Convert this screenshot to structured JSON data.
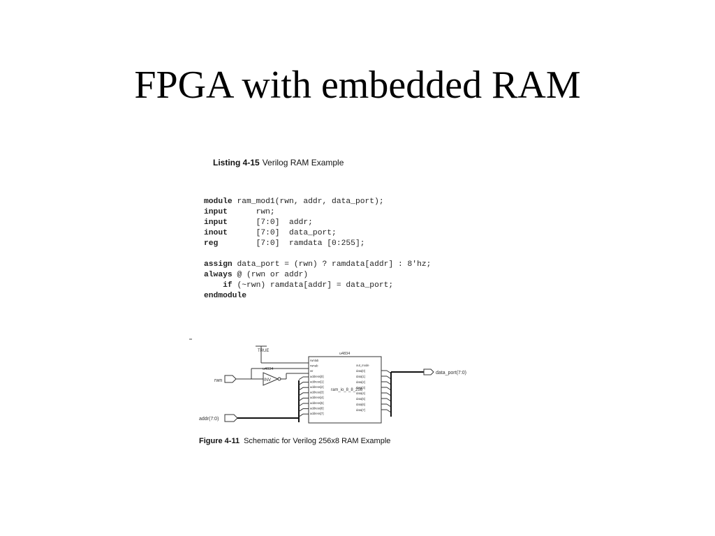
{
  "slide": {
    "title": "FPGA with embedded RAM"
  },
  "listing": {
    "label": "Listing 4-15",
    "caption": "Verilog RAM Example",
    "lines": [
      {
        "kw": "module",
        "text": " ram_mod1(rwn, addr, data_port);"
      },
      {
        "kw": "input",
        "text": "      rwn;"
      },
      {
        "kw": "input",
        "text": "      [7:0]  addr;"
      },
      {
        "kw": "inout",
        "text": "      [7:0]  data_port;"
      },
      {
        "kw": "reg",
        "text": "        [7:0]  ramdata [0:255];"
      },
      {
        "kw": "",
        "text": ""
      },
      {
        "kw": "assign",
        "text": " data_port = (rwn) ? ramdata[addr] : 8'hz;"
      },
      {
        "kw": "always",
        "text": " @ (rwn or addr)"
      },
      {
        "kw": "    if",
        "text": " (~rwn) ramdata[addr] = data_port;"
      },
      {
        "kw": "endmodule",
        "text": ""
      }
    ]
  },
  "figure": {
    "label": "Figure 4-11",
    "caption": "Schematic for Verilog 256x8 RAM Example",
    "ports": {
      "rwn": "rwn",
      "addr": "addr(7:0)",
      "data": "data_port(7:0)"
    },
    "true_label": "TRUE",
    "inv_label": "INV",
    "inv_id": "u4034",
    "ram_id": "u4834",
    "ram_name": "ram_io_8_8_256",
    "ram_left_pins": [
      "rwnlab",
      "rwnab",
      "wr",
      "address[0]",
      "address[1]",
      "address[2]",
      "address[3]",
      "address[4]",
      "address[5]",
      "address[6]",
      "address[7]"
    ],
    "ram_right_pins": [
      "out_mode",
      "data[0]",
      "data[1]",
      "data[2]",
      "data[3]",
      "data[4]",
      "data[5]",
      "data[6]",
      "data[7]"
    ]
  }
}
